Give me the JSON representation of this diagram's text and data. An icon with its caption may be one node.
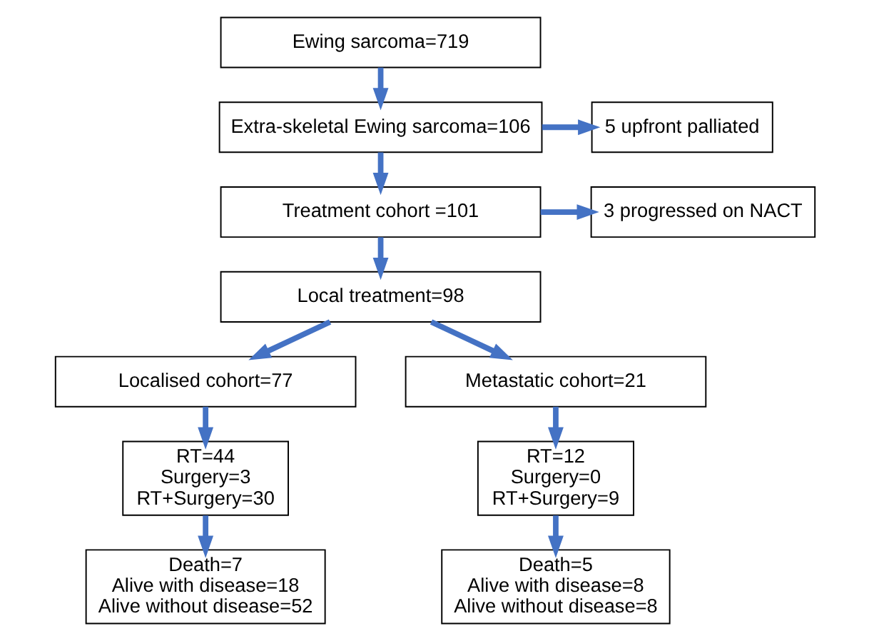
{
  "diagram": {
    "nodes": [
      {
        "text": [
          "Ewing sarcoma=719"
        ]
      },
      {
        "text": [
          "Extra-skeletal Ewing sarcoma=106"
        ]
      },
      {
        "text": [
          "5 upfront palliated"
        ]
      },
      {
        "text": [
          "Treatment cohort =101"
        ]
      },
      {
        "text": [
          "3 progressed on NACT"
        ]
      },
      {
        "text": [
          "Local treatment=98"
        ]
      },
      {
        "text": [
          "Localised cohort=77"
        ]
      },
      {
        "text": [
          "Metastatic cohort=21"
        ]
      },
      {
        "text": [
          "RT=44",
          "Surgery=3",
          "RT+Surgery=30"
        ]
      },
      {
        "text": [
          "RT=12",
          "Surgery=0",
          "RT+Surgery=9"
        ]
      },
      {
        "text": [
          "Death=7",
          "Alive with disease=18",
          "Alive without disease=52"
        ]
      },
      {
        "text": [
          "Death=5",
          "Alive with disease=8",
          "Alive without disease=8"
        ]
      }
    ],
    "edges": [
      {
        "from": 0,
        "to": 1,
        "arrow": "to"
      },
      {
        "from": 1,
        "to": 3,
        "arrow": "to"
      },
      {
        "from": 1,
        "to": 2,
        "arrow": "to"
      },
      {
        "from": 3,
        "to": 5,
        "arrow": "to"
      },
      {
        "from": 3,
        "to": 4,
        "arrow": "to"
      },
      {
        "from": 5,
        "to": 6,
        "arrow": "to"
      },
      {
        "from": 5,
        "to": 7,
        "arrow": "to"
      },
      {
        "from": 6,
        "to": 8,
        "arrow": "to"
      },
      {
        "from": 7,
        "to": 9,
        "arrow": "to"
      },
      {
        "from": 8,
        "to": 10,
        "arrow": "to"
      },
      {
        "from": 9,
        "to": 11,
        "arrow": "to"
      }
    ]
  }
}
